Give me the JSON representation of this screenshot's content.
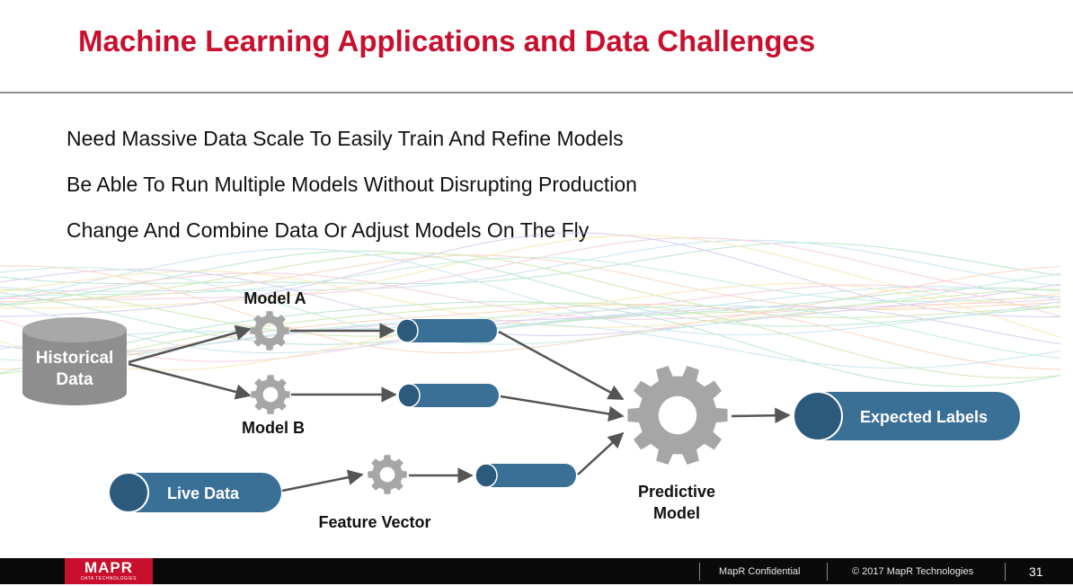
{
  "slide": {
    "title": "Machine Learning Applications and Data Challenges",
    "bullets": [
      "Need Massive Data Scale To Easily Train And Refine Models",
      "Be Able To Run Multiple Models Without Disrupting Production",
      "Change And Combine Data Or Adjust Models On The Fly"
    ]
  },
  "diagram": {
    "historical_data": [
      "Historical",
      "Data"
    ],
    "model_a": "Model A",
    "model_b": "Model B",
    "live_data": "Live Data",
    "feature_vector": "Feature Vector",
    "predictive_model": [
      "Predictive",
      "Model"
    ],
    "expected_labels": "Expected Labels"
  },
  "footer": {
    "logo": "MAPR",
    "logo_sub": "DATA TECHNOLOGIES",
    "confidential": "MapR Confidential",
    "copyright": "© 2017 MapR Technologies",
    "page_number": "31"
  },
  "colors": {
    "title": "#c8102e",
    "tube": "#3a6f96",
    "tube_end": "#2c5a7c",
    "gear": "#a6a6a6",
    "arrow": "#555555",
    "footer_bg": "#0a0a0a",
    "logo_bg": "#c8102e"
  },
  "icons": [
    "gear-icon",
    "database-icon",
    "tube-icon",
    "arrow-icon"
  ]
}
